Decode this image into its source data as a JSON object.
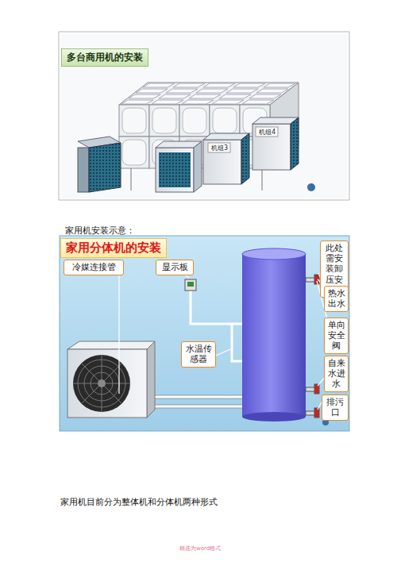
{
  "diagram": {
    "nodes": [
      {
        "text": [
          "多台商用机的安装"
        ]
      },
      {
        "text": [
          "家用分体机的安装"
        ]
      },
      {
        "text": [
          "冷媒连接管"
        ]
      },
      {
        "text": [
          "显示板"
        ]
      },
      {
        "text": [
          "水温传感器"
        ]
      },
      {
        "text": [
          "此处需安装卸压安全阀"
        ]
      },
      {
        "text": [
          "热水出水"
        ]
      },
      {
        "text": [
          "单向安全阀"
        ]
      },
      {
        "text": [
          "自来水进水"
        ]
      },
      {
        "text": [
          "排污口"
        ]
      }
    ],
    "labels": [
      "机组3",
      "机组4",
      "家用机安装示意：",
      "家用机目前分为整体机和分体机两种形式",
      "精选为word格式"
    ]
  }
}
